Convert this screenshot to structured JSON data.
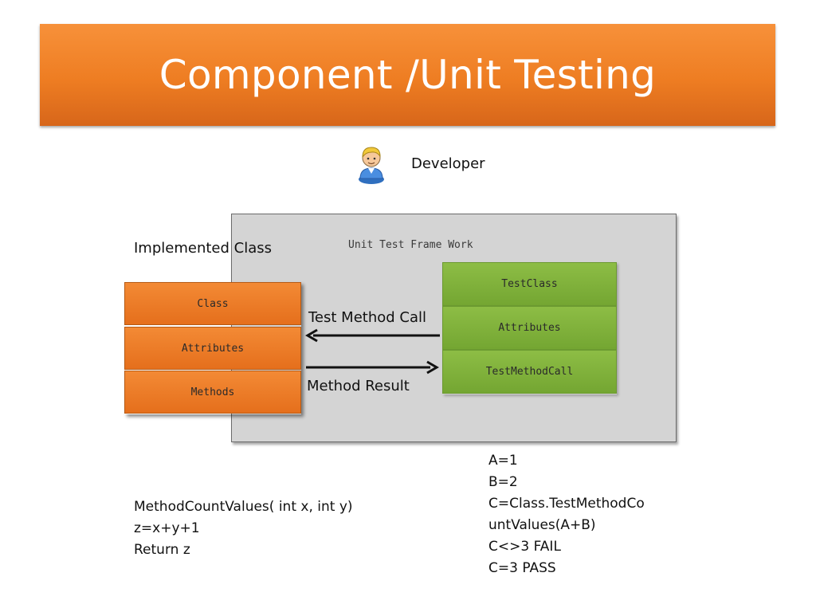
{
  "slide": {
    "title": "Component /Unit Testing"
  },
  "developer": {
    "label": "Developer",
    "icon": "user-icon"
  },
  "framework": {
    "label": "Unit Test Frame Work"
  },
  "implemented_class": {
    "label": "Implemented Class",
    "boxes": [
      "Class",
      "Attributes",
      "Methods"
    ]
  },
  "test_class": {
    "boxes": [
      "TestClass",
      "Attributes",
      "TestMethodCall"
    ]
  },
  "arrows": {
    "call_label": "Test Method Call",
    "result_label": "Method Result"
  },
  "method_code": {
    "lines": [
      "MethodCountValues( int x, int y)",
      "z=x+y+1",
      "Return z"
    ]
  },
  "test_code": {
    "lines": [
      "A=1",
      "B=2",
      "C=Class.TestMethodCo",
      "untValues(A+B)",
      "C<>3 FAIL",
      "C=3 PASS"
    ]
  },
  "colors": {
    "title_orange": "#ee7d22",
    "class_orange": "#ea7a25",
    "test_green": "#82b33c",
    "framework_gray": "#d4d4d4"
  }
}
